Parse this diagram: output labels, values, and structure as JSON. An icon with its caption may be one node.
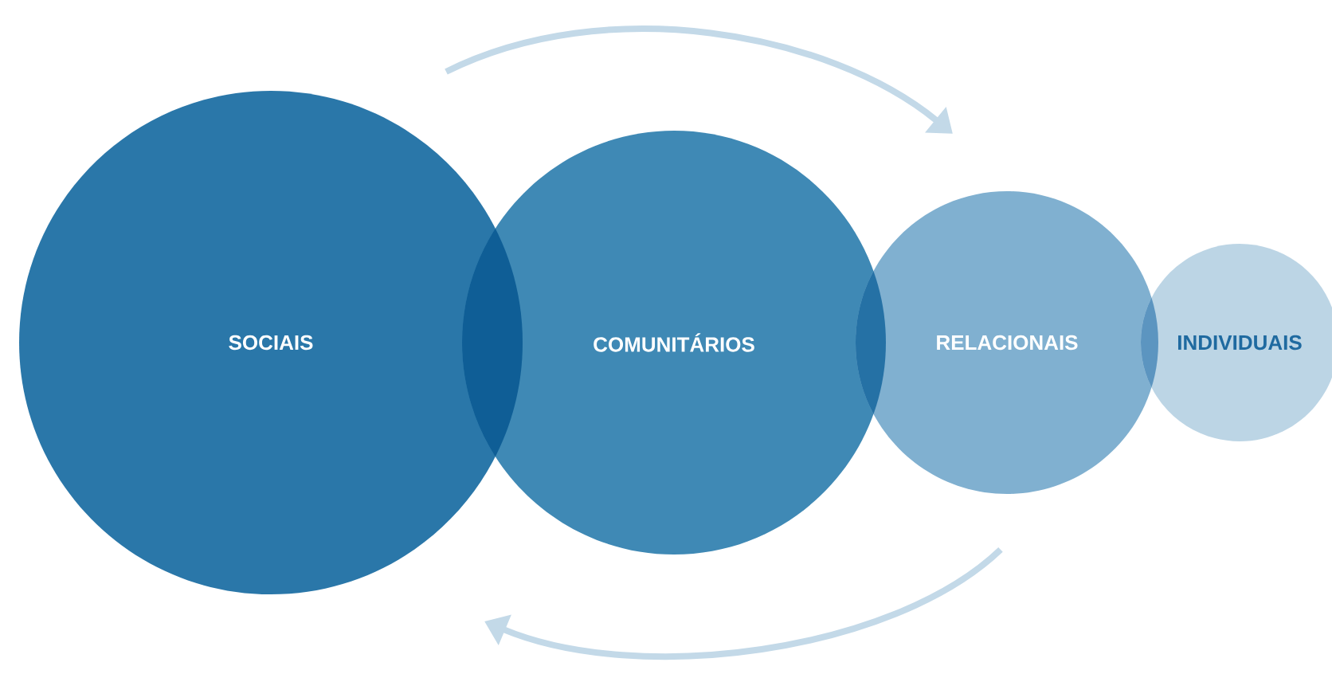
{
  "diagram": {
    "nodes": [
      {
        "text": [
          "SOCIAIS"
        ]
      },
      {
        "text": [
          "COMUNITÁRIOS"
        ]
      },
      {
        "text": [
          "RELACIONAIS"
        ]
      },
      {
        "text": [
          "INDIVIDUAIS"
        ]
      }
    ]
  }
}
